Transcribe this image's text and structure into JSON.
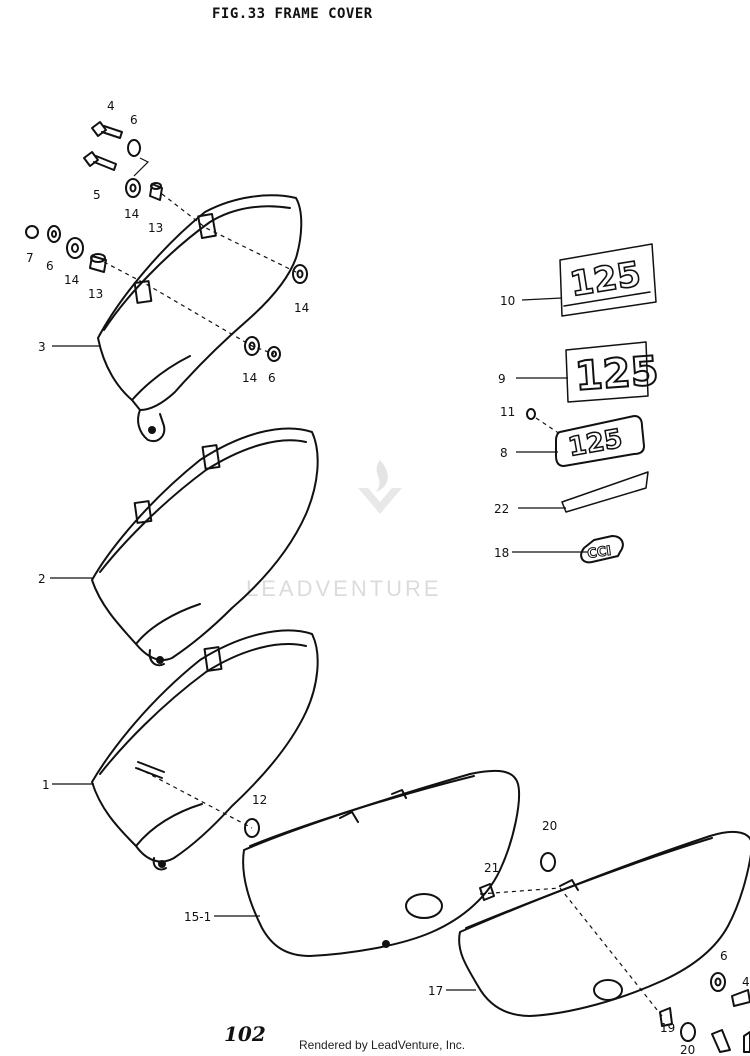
{
  "header": {
    "title": "FIG.33  FRAME COVER"
  },
  "page_number": "102",
  "footer_text": "Rendered by LeadVenture, Inc.",
  "watermark_text": "LEADVENTURE",
  "emblem_texts": {
    "badge_10": "125",
    "badge_9": "125",
    "badge_8": "125",
    "badge_18": "CCI"
  },
  "callouts": [
    {
      "id": "4",
      "label": "4"
    },
    {
      "id": "6a",
      "label": "6"
    },
    {
      "id": "5",
      "label": "5"
    },
    {
      "id": "14a",
      "label": "14"
    },
    {
      "id": "13a",
      "label": "13"
    },
    {
      "id": "7",
      "label": "7"
    },
    {
      "id": "6b",
      "label": "6"
    },
    {
      "id": "14b",
      "label": "14"
    },
    {
      "id": "13b",
      "label": "13"
    },
    {
      "id": "14c",
      "label": "14"
    },
    {
      "id": "3",
      "label": "3"
    },
    {
      "id": "14d",
      "label": "14"
    },
    {
      "id": "6c",
      "label": "6"
    },
    {
      "id": "2",
      "label": "2"
    },
    {
      "id": "1",
      "label": "1"
    },
    {
      "id": "12",
      "label": "12"
    },
    {
      "id": "15-1",
      "label": "15-1"
    },
    {
      "id": "20a",
      "label": "20"
    },
    {
      "id": "21",
      "label": "21"
    },
    {
      "id": "17",
      "label": "17"
    },
    {
      "id": "6d",
      "label": "6"
    },
    {
      "id": "4b",
      "label": "4"
    },
    {
      "id": "19",
      "label": "19"
    },
    {
      "id": "20b",
      "label": "20"
    },
    {
      "id": "10",
      "label": "10"
    },
    {
      "id": "9",
      "label": "9"
    },
    {
      "id": "11",
      "label": "11"
    },
    {
      "id": "8",
      "label": "8"
    },
    {
      "id": "22",
      "label": "22"
    },
    {
      "id": "18",
      "label": "18"
    }
  ]
}
